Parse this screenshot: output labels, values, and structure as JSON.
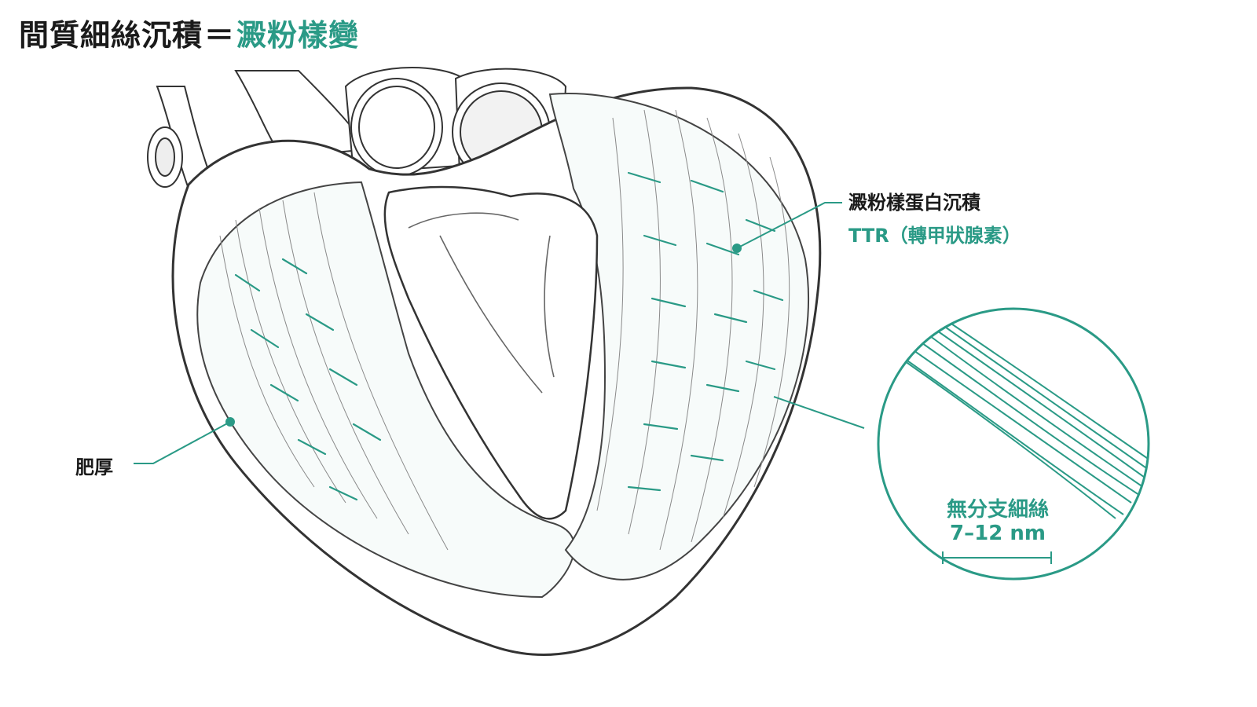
{
  "title": {
    "main": "間質細絲沉積",
    "equals": "＝",
    "highlight": "澱粉樣變"
  },
  "labels": {
    "deposit": "澱粉樣蛋白沉積",
    "ttr": "TTR（轉甲狀腺素）",
    "hypertrophy": "肥厚",
    "fibrils": "無分支細絲",
    "size": "7–12 nm"
  },
  "colors": {
    "accent": "#2a9a86",
    "ink": "#1a1a1a",
    "line": "#555555"
  }
}
